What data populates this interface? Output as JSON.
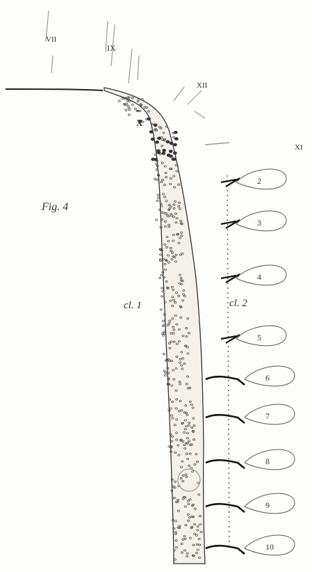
{
  "figure_label": "Fig. 4",
  "nerve_labels": {
    "vii": "VII",
    "ix": "IX",
    "xii": "XII",
    "xi": "XI",
    "x": "X"
  },
  "region_labels": {
    "cl1": "cl. 1",
    "cl2": "cl. 2"
  },
  "segment_numbers": [
    "2",
    "3",
    "4",
    "5",
    "6",
    "7",
    "8",
    "9",
    "10"
  ]
}
